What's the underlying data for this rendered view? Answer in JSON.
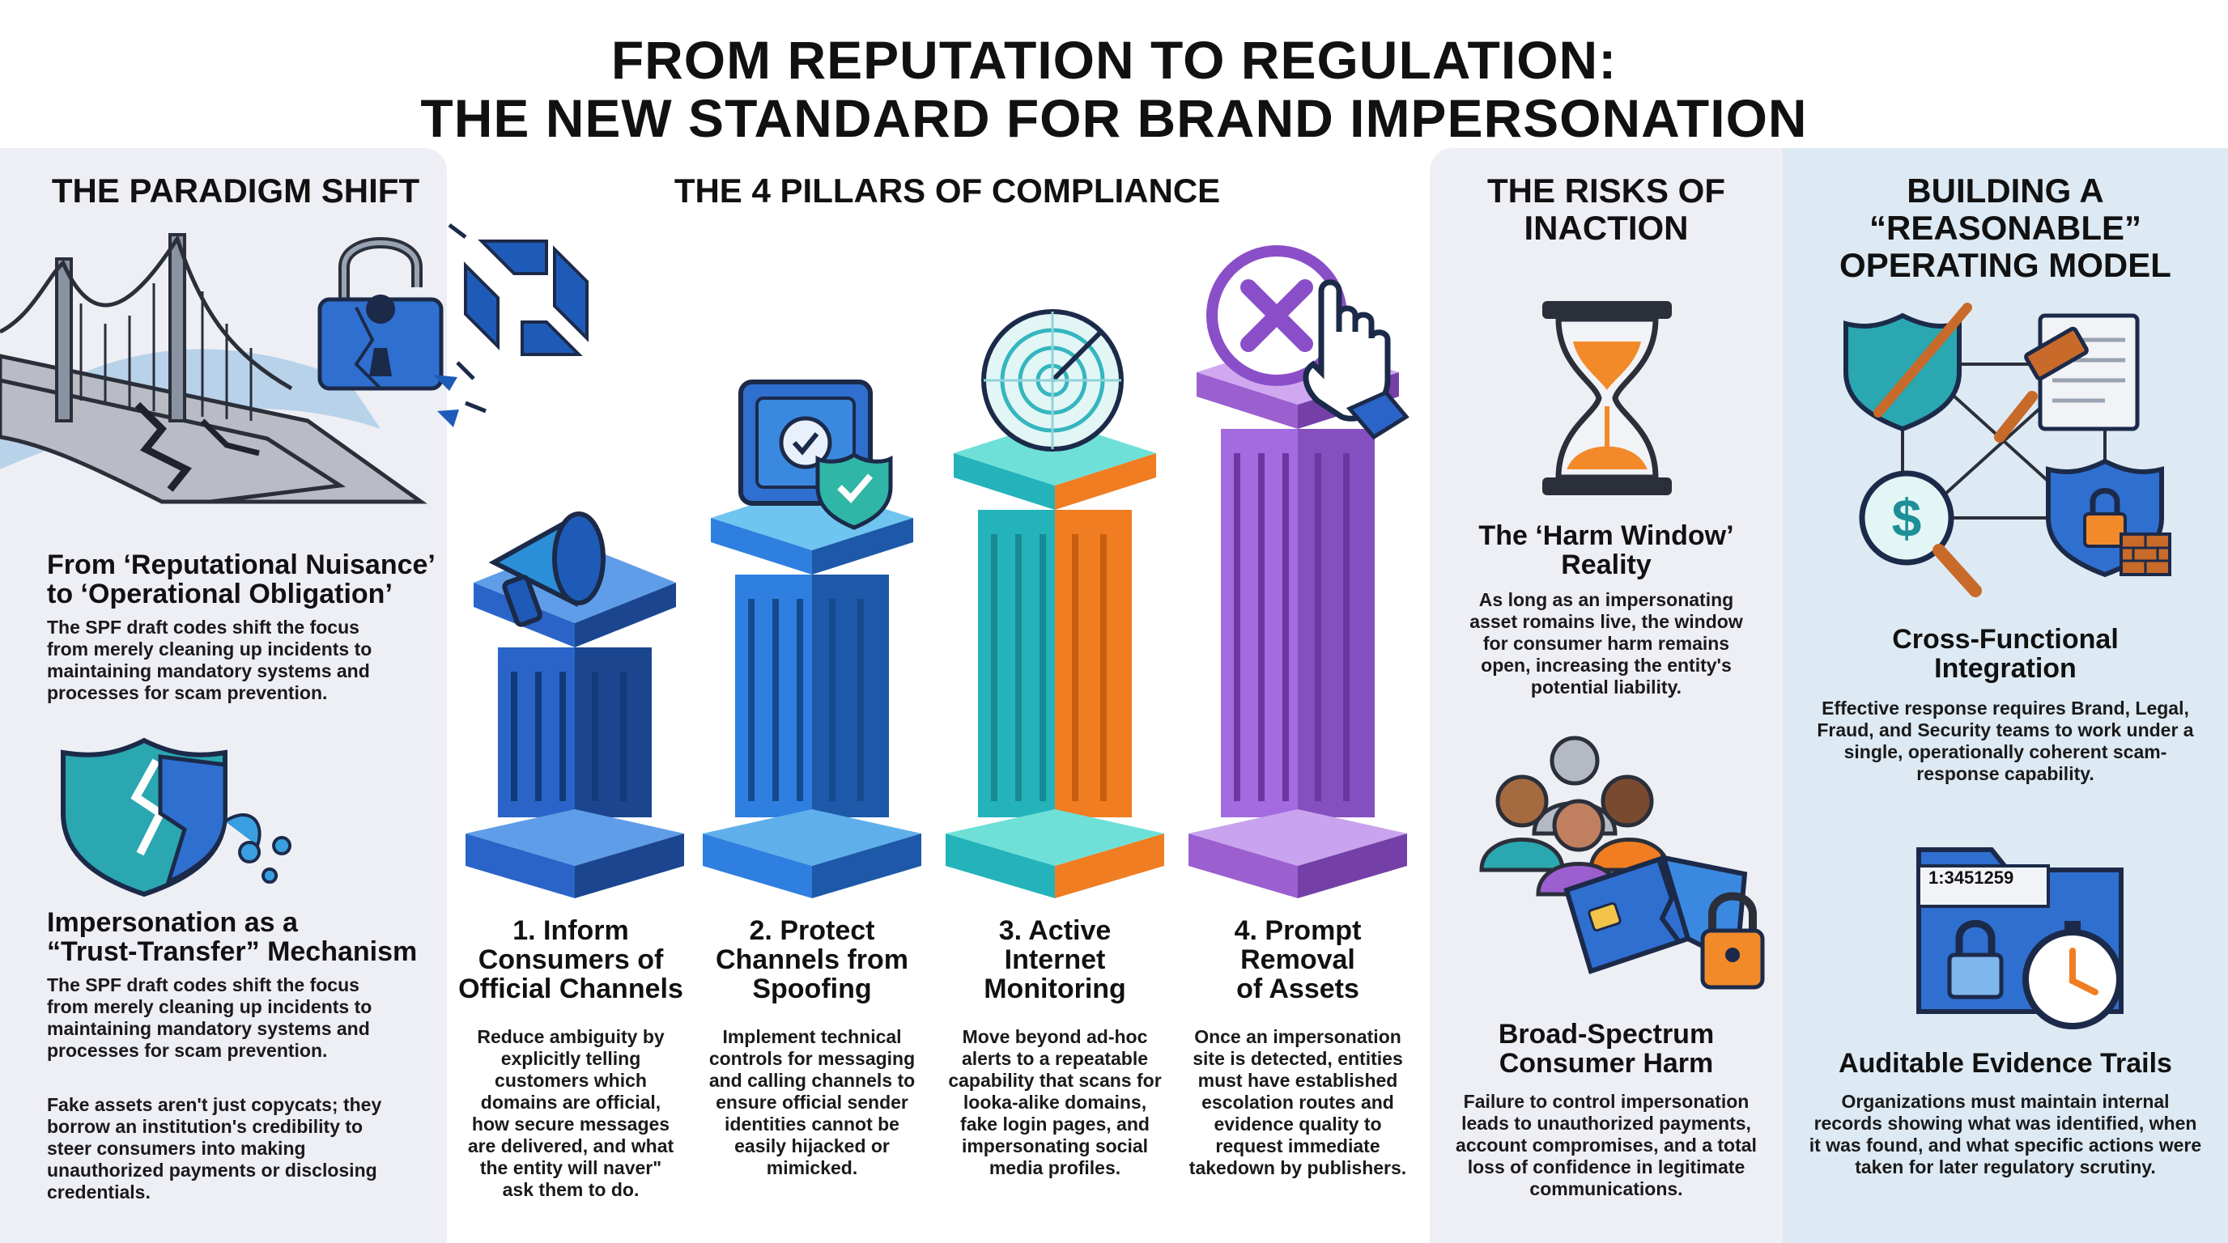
{
  "title": {
    "line1": "FROM REPUTATION TO REGULATION:",
    "line2": "THE NEW STANDARD FOR BRAND IMPERSONATION"
  },
  "paradigm": {
    "heading": "THE PARADIGM SHIFT",
    "section1": {
      "title_line1": "From ‘Reputational Nuisance’",
      "title_line2": "to ‘Operational Obligation’",
      "body": "The SPF draft codes shift the focus from merely cleaning up incidents to maintaining mandatory systems and processes for scam prevention."
    },
    "section2": {
      "title_line1": "Impersonation as a",
      "title_line2": "“Trust-Transfer” Mechanism",
      "body": "The SPF draft codes shift the focus from merely cleaning up incidents to maintaining mandatory systems and processes for scam prevention.",
      "body2": "Fake assets aren't just copycats; they borrow an institution's credibility to steer consumers into making unauthorized payments or disclosing credentials."
    }
  },
  "pillars": {
    "heading": "THE 4 PILLARS OF COMPLIANCE",
    "items": [
      {
        "title_line1": "1. Inform",
        "title_line2": "Consumers of",
        "title_line3": "Official Channels",
        "body": "Reduce ambiguity by explicitly telling customers which domains are official, how secure messages are delivered, and what the entity will naver\" ask them to do.",
        "color": "#2a64c8"
      },
      {
        "title_line1": "2. Protect",
        "title_line2": "Channels from",
        "title_line3": "Spoofing",
        "body": "Implement technical controls for messaging and calling channels to ensure official sender identities cannot be easily hijacked or mimicked.",
        "color": "#2f7fe0"
      },
      {
        "title_line1": "3. Active",
        "title_line2": "Internet",
        "title_line3": "Monitoring",
        "body": "Move beyond ad-hoc alerts to a repeatable capability that scans for looka-alike domains, fake login pages, and impersonating social media profiles.",
        "color": "#24b3ba"
      },
      {
        "title_line1": "4. Prompt",
        "title_line2": "Removal",
        "title_line3": "of Assets",
        "body": "Once an impersonation site is detected, entities must have established escolation routes and evidence quality to request immediate takedown by publishers.",
        "color": "#9b5fd0"
      }
    ]
  },
  "risks": {
    "heading_line1": "THE RISKS OF",
    "heading_line2": "INACTION",
    "section1": {
      "title_line1": "The ‘Harm Window’",
      "title_line2": "Reality",
      "body": "As long as an impersonating asset romains live, the window for consumer harm remains open, increasing the entity's potential liability."
    },
    "section2": {
      "title_line1": "Broad-Spectrum",
      "title_line2": "Consumer Harm",
      "body": "Failure to control impersonation leads to unauthorized payments, account compromises, and a total loss of confidence in legitimate communications."
    }
  },
  "model": {
    "heading_line1": "BUILDING A",
    "heading_line2": "“REASONABLE”",
    "heading_line3": "OPERATING MODEL",
    "section1": {
      "title_line1": "Cross-Functional",
      "title_line2": "Integration",
      "body": "Effective response requires Brand, Legal, Fraud, and Security teams to work under a single, operationally coherent scam-response capability."
    },
    "section2": {
      "folder_label": "1:3451259",
      "title": "Auditable Evidence Trails",
      "body": "Organizations must maintain internal records showing what was identified, when it was found, and what specific actions were taken for later regulatory scrutiny."
    }
  },
  "icons": [
    "bridge-icon",
    "padlock-icon",
    "broken-logo-icon",
    "broken-shield-icon",
    "megaphone-icon",
    "safe-icon",
    "radar-icon",
    "cancel-click-icon",
    "hourglass-icon",
    "people-icon",
    "broken-card-icon",
    "network-icon",
    "evidence-folder-icon"
  ]
}
